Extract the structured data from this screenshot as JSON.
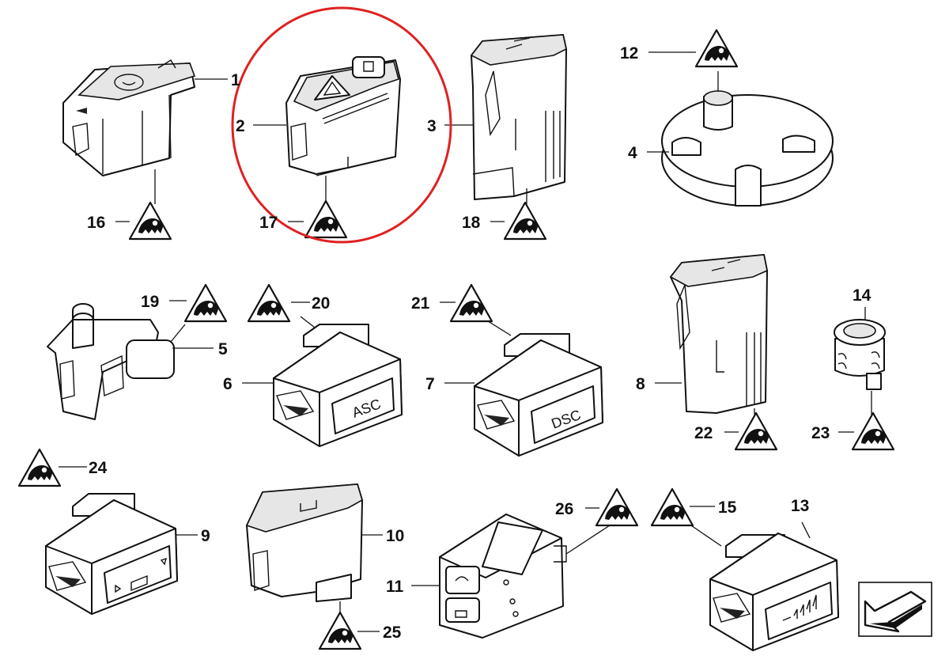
{
  "callouts": [
    "1",
    "2",
    "3",
    "4",
    "5",
    "6",
    "7",
    "8",
    "9",
    "10",
    "11",
    "12",
    "13",
    "14",
    "15",
    "16",
    "17",
    "18",
    "19",
    "20",
    "21",
    "22",
    "23",
    "24",
    "25",
    "26"
  ],
  "plate_labels": {
    "asc": "ASC",
    "dsc": "DSC"
  },
  "colors": {
    "highlight_ring": "#e02020",
    "ink": "#111111",
    "background": "#ffffff"
  },
  "icons": {
    "warning_triangle": "warning-triangle-icon",
    "navigation_arrow": "arrow-icon"
  }
}
